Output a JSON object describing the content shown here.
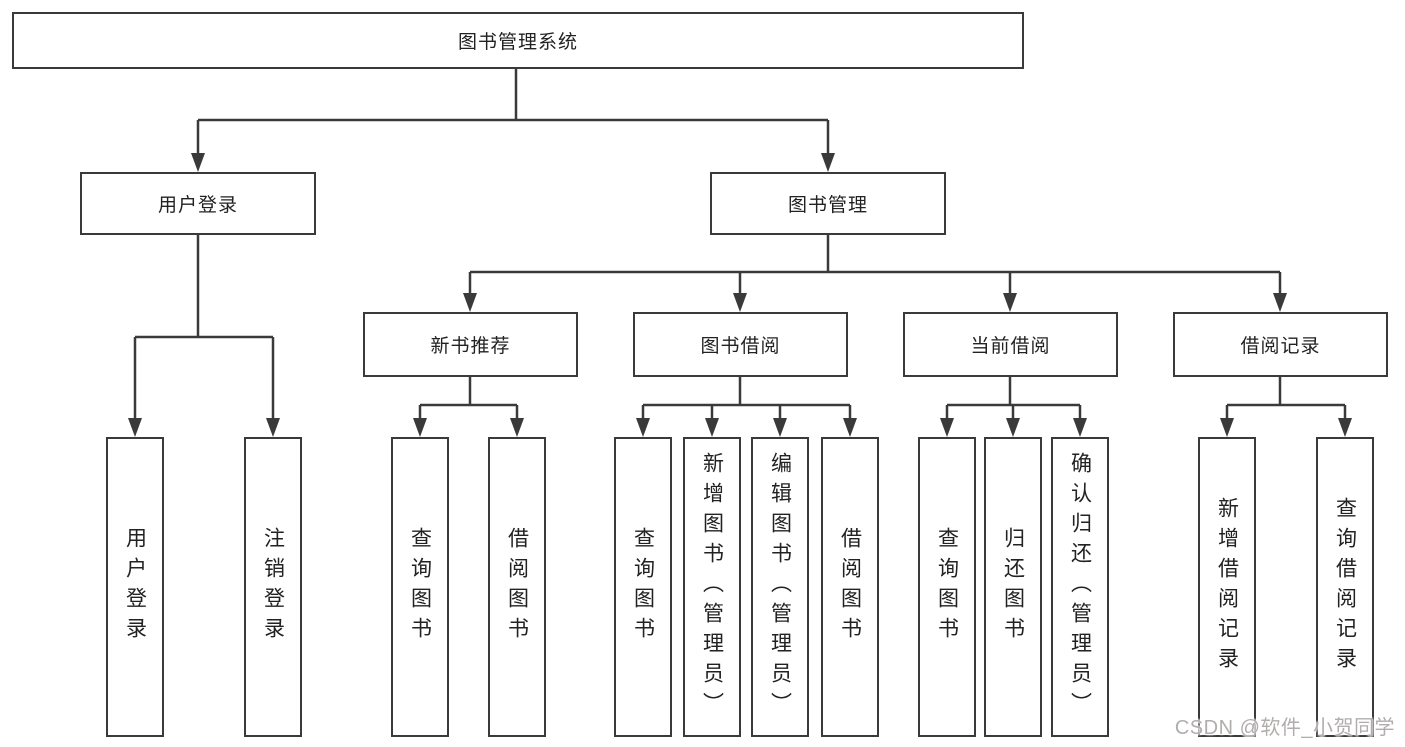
{
  "diagram": {
    "root": {
      "label": "图书管理系统"
    },
    "branches": [
      {
        "label": "用户登录",
        "children": [
          {
            "label": "用户登录"
          },
          {
            "label": "注销登录"
          }
        ]
      },
      {
        "label": "图书管理",
        "children": [
          {
            "label": "新书推荐",
            "children": [
              {
                "label": "查询图书"
              },
              {
                "label": "借阅图书"
              }
            ]
          },
          {
            "label": "图书借阅",
            "children": [
              {
                "label": "查询图书"
              },
              {
                "label": "新增图书（管理员）"
              },
              {
                "label": "编辑图书（管理员）"
              },
              {
                "label": "借阅图书"
              }
            ]
          },
          {
            "label": "当前借阅",
            "children": [
              {
                "label": "查询图书"
              },
              {
                "label": "归还图书"
              },
              {
                "label": "确认归还（管理员）"
              }
            ]
          },
          {
            "label": "借阅记录",
            "children": [
              {
                "label": "新增借阅记录"
              },
              {
                "label": "查询借阅记录"
              }
            ]
          }
        ]
      }
    ]
  },
  "watermark": {
    "text": "CSDN @软件_小贺同学"
  },
  "colors": {
    "line": "#3a3a3a",
    "box_border": "#3a3a3a",
    "text": "#222222",
    "background": "#ffffff",
    "watermark": "#b2adad"
  }
}
